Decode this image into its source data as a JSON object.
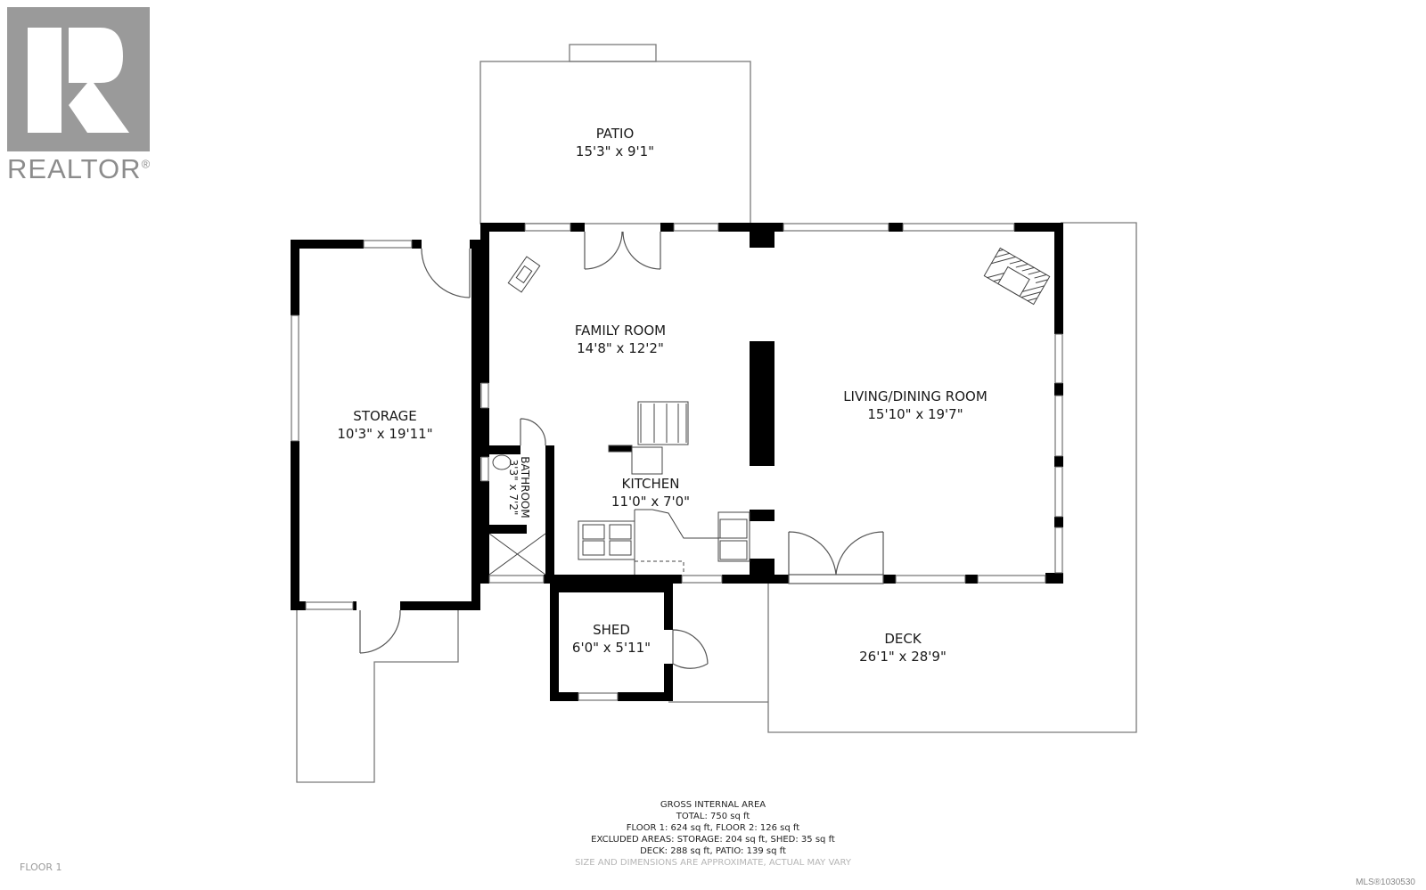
{
  "logo": {
    "name": "REALTOR",
    "mark": "®"
  },
  "rooms": {
    "patio": {
      "name": "PATIO",
      "dims": "15'3\" x 9'1\""
    },
    "family_room": {
      "name": "FAMILY ROOM",
      "dims": "14'8\" x 12'2\""
    },
    "living_dining": {
      "name": "LIVING/DINING ROOM",
      "dims": "15'10\" x 19'7\""
    },
    "storage": {
      "name": "STORAGE",
      "dims": "10'3\" x 19'11\""
    },
    "bathroom": {
      "name": "BATHROOM",
      "dims": "3'3\" x 7'2\""
    },
    "kitchen": {
      "name": "KITCHEN",
      "dims": "11'0\" x 7'0\""
    },
    "shed": {
      "name": "SHED",
      "dims": "6'0\" x 5'11\""
    },
    "deck": {
      "name": "DECK",
      "dims": "26'1\" x 28'9\""
    }
  },
  "area_summary": {
    "title": "GROSS INTERNAL AREA",
    "total": "TOTAL: 750 sq ft",
    "floors": "FLOOR 1: 624 sq ft, FLOOR 2: 126 sq ft",
    "excluded": "EXCLUDED AREAS: STORAGE: 204 sq ft, SHED: 35 sq ft",
    "outdoor": "DECK: 288 sq ft, PATIO: 139 sq ft",
    "disclaimer": "SIZE AND DIMENSIONS ARE APPROXIMATE, ACTUAL MAY VARY"
  },
  "floor_label": "FLOOR 1",
  "mls": "MLS®1030530",
  "colors": {
    "wall": "#000000",
    "outline": "#7a7a7a",
    "logo_gray": "#9a9a9a"
  }
}
